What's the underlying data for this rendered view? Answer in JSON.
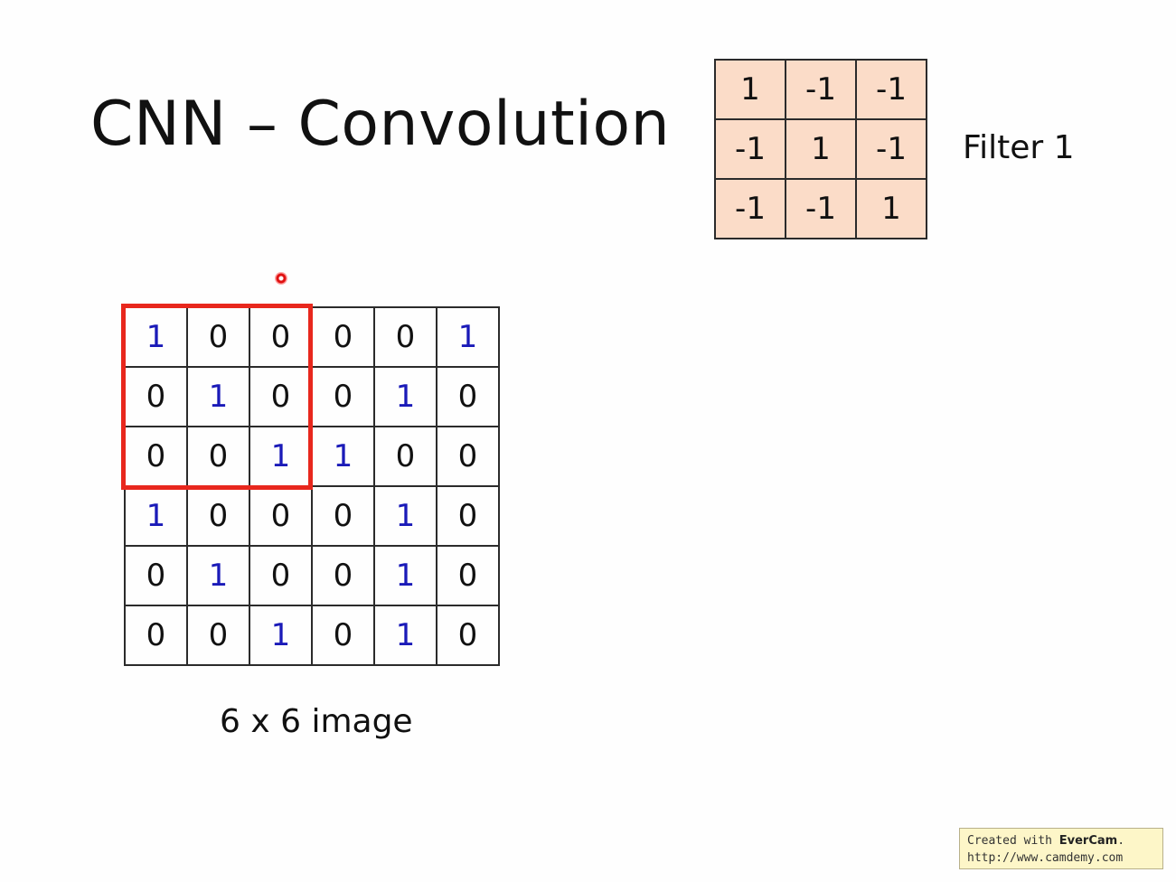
{
  "title": "CNN – Convolution",
  "filter": {
    "label": "Filter 1",
    "rows": [
      [
        "1",
        "-1",
        "-1"
      ],
      [
        "-1",
        "1",
        "-1"
      ],
      [
        "-1",
        "-1",
        "1"
      ]
    ]
  },
  "image": {
    "label": "6 x 6 image",
    "rows": [
      [
        "1",
        "0",
        "0",
        "0",
        "0",
        "1"
      ],
      [
        "0",
        "1",
        "0",
        "0",
        "1",
        "0"
      ],
      [
        "0",
        "0",
        "1",
        "1",
        "0",
        "0"
      ],
      [
        "1",
        "0",
        "0",
        "0",
        "1",
        "0"
      ],
      [
        "0",
        "1",
        "0",
        "0",
        "1",
        "0"
      ],
      [
        "0",
        "0",
        "1",
        "0",
        "1",
        "0"
      ]
    ]
  },
  "colors": {
    "filter_fill": "#fbdcc8",
    "one_value": "#1a1ab8",
    "zero_value": "#111111",
    "highlight": "#e8271d"
  },
  "watermark": {
    "prefix": "Created with ",
    "brand": "EverCam",
    "suffix": ".",
    "url": "http://www.camdemy.com"
  }
}
